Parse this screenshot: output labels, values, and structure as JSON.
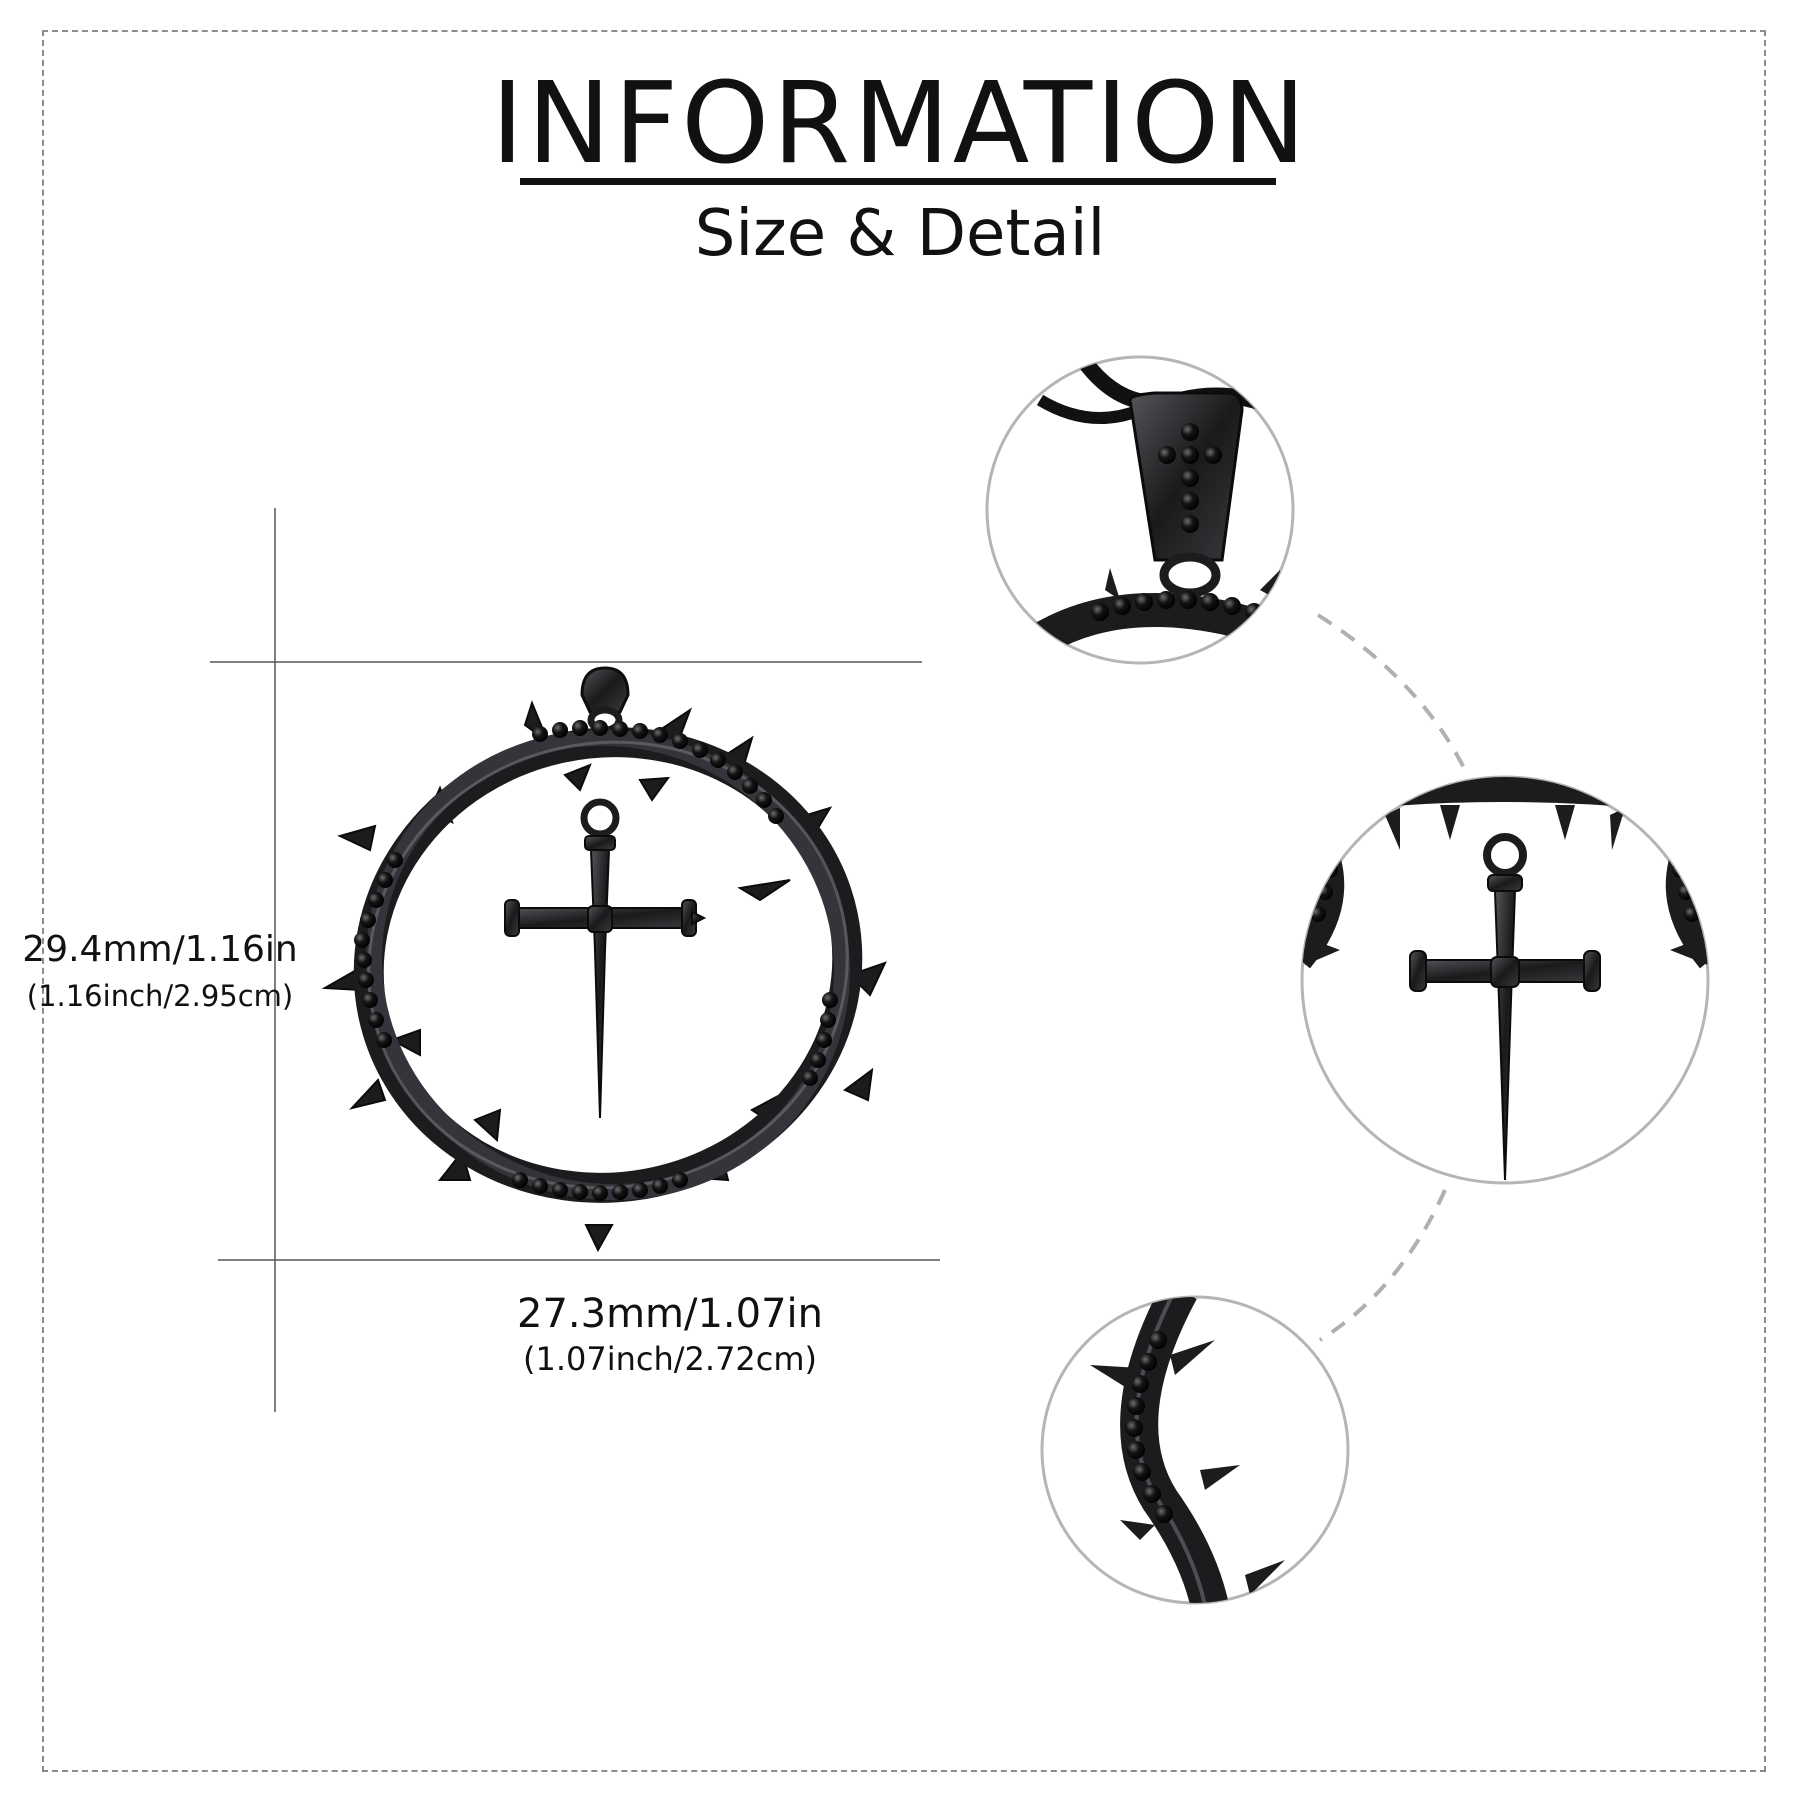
{
  "header": {
    "title": "INFORMATION",
    "subtitle": "Size & Detail"
  },
  "dimensions": {
    "height_primary": "29.4mm/1.16in",
    "height_secondary": "(1.16inch/2.95cm)",
    "width_primary": "27.3mm/1.07in",
    "width_secondary": "(1.07inch/2.72cm)"
  },
  "colors": {
    "metal": "#1c1c1e",
    "metal_highlight": "#6a6a70",
    "stone": "#050505",
    "circle_border": "#b5b5b5",
    "connector": "#b0b0b0",
    "frame": "#8c8c8c"
  },
  "icons": {
    "pendant": "thorn-crown-nail-cross-pendant",
    "detail_1": "bail-with-cross-detail",
    "detail_2": "nail-cross-detail",
    "detail_3": "thorn-ring-detail"
  }
}
